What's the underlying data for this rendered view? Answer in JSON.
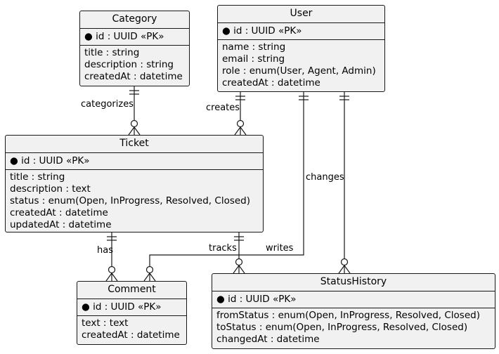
{
  "entities": {
    "category": {
      "name": "Category",
      "pk": "id : UUID «PK»",
      "attrs": [
        "title : string",
        "description : string",
        "createdAt : datetime"
      ]
    },
    "user": {
      "name": "User",
      "pk": "id : UUID «PK»",
      "attrs": [
        "name : string",
        "email : string",
        "role : enum(User, Agent, Admin)",
        "createdAt : datetime"
      ]
    },
    "ticket": {
      "name": "Ticket",
      "pk": "id : UUID «PK»",
      "attrs": [
        "title : string",
        "description : text",
        "status : enum(Open, InProgress, Resolved, Closed)",
        "createdAt : datetime",
        "updatedAt : datetime"
      ]
    },
    "comment": {
      "name": "Comment",
      "pk": "id : UUID «PK»",
      "attrs": [
        "text : text",
        "createdAt : datetime"
      ]
    },
    "statushistory": {
      "name": "StatusHistory",
      "pk": "id : UUID «PK»",
      "attrs": [
        "fromStatus : enum(Open, InProgress, Resolved, Closed)",
        "toStatus : enum(Open, InProgress, Resolved, Closed)",
        "changedAt : datetime"
      ]
    }
  },
  "relations": {
    "categorizes": "categorizes",
    "creates": "creates",
    "changes": "changes",
    "has": "has",
    "tracks": "tracks",
    "writes": "writes"
  },
  "colors": {
    "entity_fill": "#f1f1f1",
    "border": "#181818",
    "background": "#ffffff"
  }
}
